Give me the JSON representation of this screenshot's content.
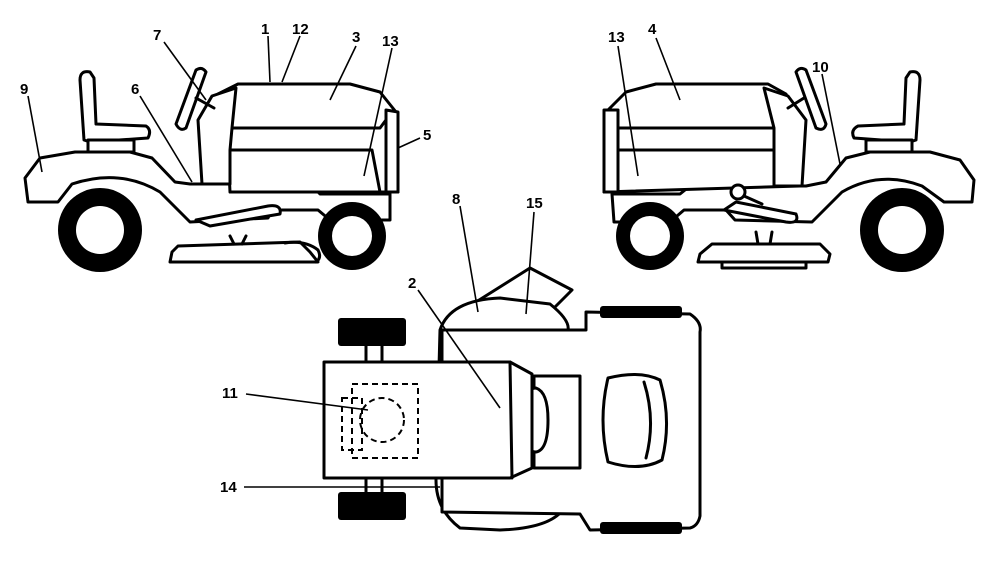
{
  "callouts": [
    {
      "id": "c1",
      "text": "1"
    },
    {
      "id": "c2",
      "text": "2"
    },
    {
      "id": "c3",
      "text": "3"
    },
    {
      "id": "c4",
      "text": "4"
    },
    {
      "id": "c5",
      "text": "5"
    },
    {
      "id": "c6",
      "text": "6"
    },
    {
      "id": "c7",
      "text": "7"
    },
    {
      "id": "c8",
      "text": "8"
    },
    {
      "id": "c9",
      "text": "9"
    },
    {
      "id": "c10",
      "text": "10"
    },
    {
      "id": "c11",
      "text": "11"
    },
    {
      "id": "c12",
      "text": "12"
    },
    {
      "id": "c13a",
      "text": "13"
    },
    {
      "id": "c13b",
      "text": "13"
    },
    {
      "id": "c14",
      "text": "14"
    },
    {
      "id": "c15",
      "text": "15"
    }
  ]
}
